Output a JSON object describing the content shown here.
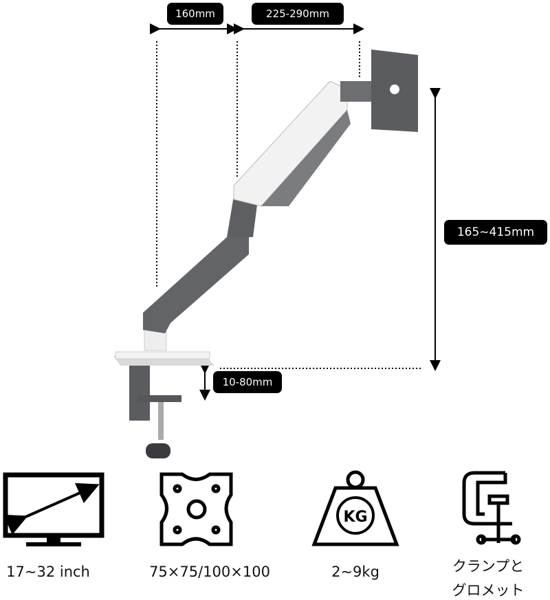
{
  "dimensions": {
    "depth_base": "160mm",
    "depth_extension": "225-290mm",
    "height_range": "165~415mm",
    "desk_thickness": "10-80mm"
  },
  "features": [
    {
      "icon": "monitor-size-icon",
      "label": "17~32 inch"
    },
    {
      "icon": "vesa-plate-icon",
      "label": "75×75/100×100"
    },
    {
      "icon": "weight-kg-icon",
      "label": "2~9kg",
      "icon_text": "KG"
    },
    {
      "icon": "clamp-icon",
      "label_line1": "クランプと",
      "label_line2": "グロメット"
    }
  ]
}
